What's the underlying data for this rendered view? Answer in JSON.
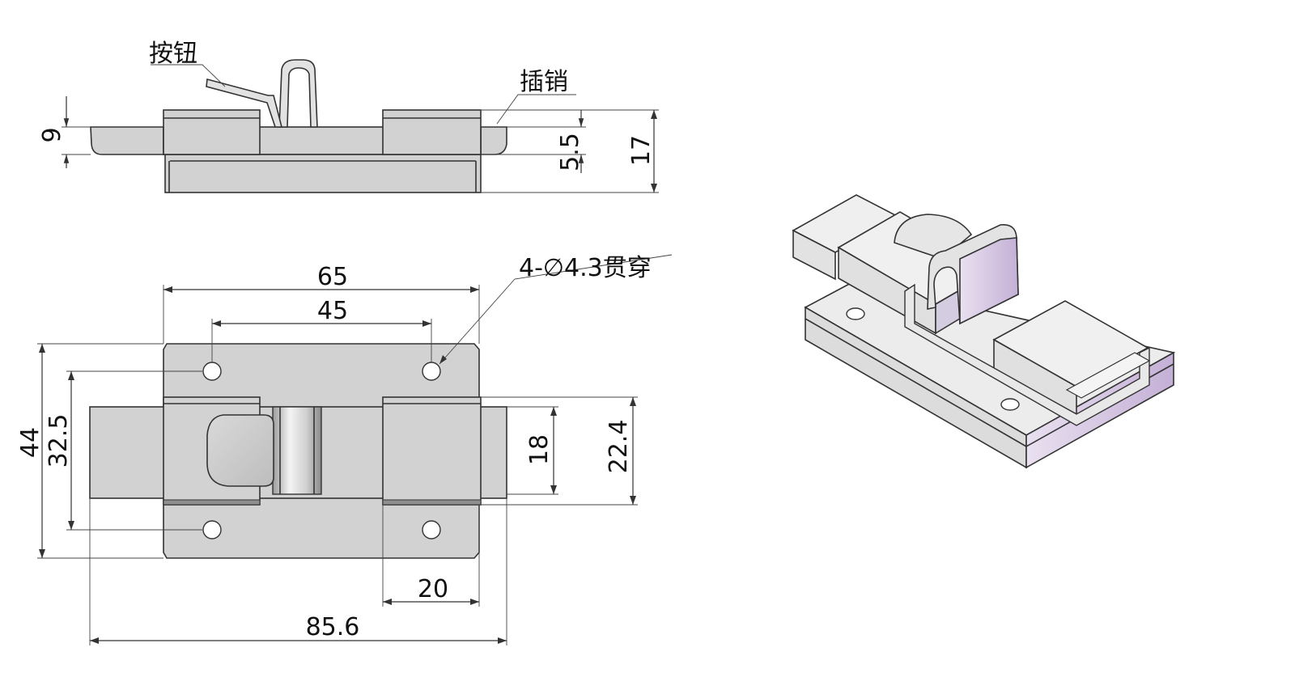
{
  "labels": {
    "button": "按钮",
    "latch": "插销",
    "holes": "4-∅4.3贯穿"
  },
  "dimensions": {
    "side_height_9": "9",
    "side_height_5_5": "5.5",
    "side_height_17": "17",
    "width_65": "65",
    "width_45": "45",
    "height_44": "44",
    "height_32_5": "32.5",
    "height_18": "18",
    "height_22_4": "22.4",
    "width_20": "20",
    "width_85_6": "85.6"
  },
  "colors": {
    "part_fill": "#d2d2d2",
    "accent_lavender": "#c9b6d9",
    "line": "#333333"
  }
}
